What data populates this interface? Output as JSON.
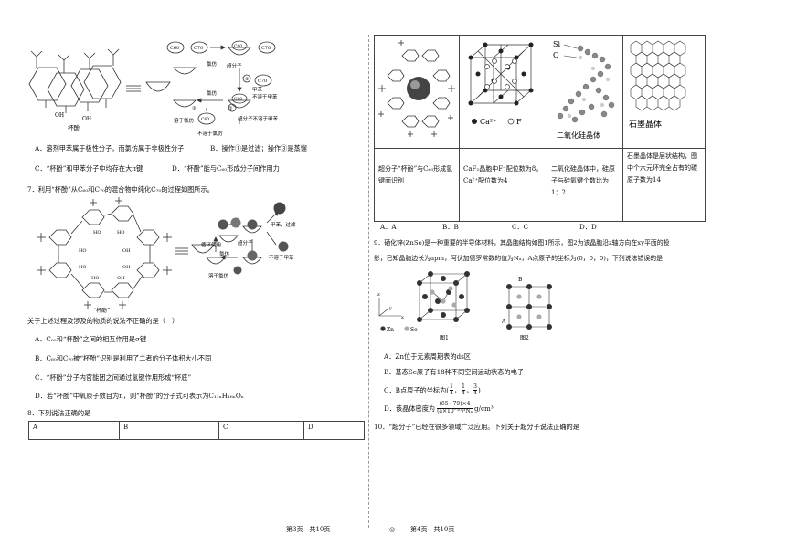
{
  "left": {
    "fig1": {
      "calixarene_label": "杯酚",
      "oh_label": "OH",
      "c60": "C60",
      "c70": "C70",
      "supramolecule": "超分子",
      "chloroform1": "氯仿",
      "chloroform2": "氯仿",
      "step1": "①",
      "step2": "②",
      "step3": "③",
      "toluene": "甲苯",
      "insoluble_toluene": "不溶于甲苯",
      "soluble_chloroform": "溶于氯仿",
      "supra_insoluble_toluene": "超分子不溶于甲苯",
      "insoluble_chloroform": "不溶于氯仿"
    },
    "q6_opts": {
      "A": "A．溶剂甲苯属于极性分子，而氯仿属于非极性分子",
      "B": "B．操作①是过滤；操作③是蒸馏",
      "C": "C．“杯酚”和甲苯分子中均存在大π键",
      "D": "D．“杯酚”能与C₆₀形成分子间作用力"
    },
    "q7": "7．利用“杯酚”从C₆₀和C₇₀的混合物中纯化C₇₀的过程如图所示。",
    "fig2": {
      "ho": "HO",
      "oh": "OH",
      "cup_label": "“杯酚”",
      "supramolecule": "超分子",
      "recycle": "循环使用",
      "chloroform": "氯仿",
      "toluene_filter": "甲苯，过滤",
      "soluble_chloroform": "溶于氯仿",
      "insoluble_toluene": "不溶于甲苯"
    },
    "q7_stem": "关于上述过程及涉及的物质的说法不正确的是（　）",
    "q7_opts": {
      "A": "A．C₆₀和“杯酚”之间的相互作用是σ键",
      "B": "B．C₆₀和C₇₀被“杯酚”识别是利用了二者的分子体积大小不同",
      "C": "C．“杯酚”分子内官能团之间通过氢键作用形成“杯底”",
      "D": "D．若“杯酚”中氧原子数目为n，则“杯酚”的分子式可表示为C₁₁ₙH₁₆ₙOₙ"
    },
    "q8": "8．下列说法正确的是",
    "q8_table": [
      "A",
      "B",
      "C",
      "D"
    ]
  },
  "right": {
    "table_captions": {
      "c1": "超分子“杯酚”与C₆₀形成氢键而识别",
      "c2": "CaF₂晶胞中F⁻配位数为8，Ca²⁺配位数为4",
      "c3": "二氧化硅晶体中，硅原子与硅氧键个数比为1：2",
      "c4": "石墨晶体是层状结构，图中个六元环完全占有的碳原子数为14"
    },
    "table_labels": {
      "ca": "Ca²⁺",
      "f": "F⁻",
      "si": "Si",
      "o": "O",
      "sio2": "二氧化硅晶体",
      "graphite": "石墨晶体"
    },
    "q8_opts": [
      "A．A",
      "B．B",
      "C．C",
      "D．D"
    ],
    "q9_line1": "9．硒化锌(ZnSe)是一种重要的半导体材料，其晶胞结构如图1所示，图2为该晶胞沿z轴方向在xy平面的投",
    "q9_line2": "影，已知晶胞边长为apm，阿伏加德罗常数的值为Nₐ，A点原子的坐标为(0，0，0)，下列说法错误的是",
    "fig9": {
      "zn": "Zn",
      "se": "Se",
      "fig1": "图1",
      "fig2": "图2",
      "a": "A",
      "b": "B",
      "x": "x",
      "y": "y",
      "z": "z"
    },
    "q9_opts": {
      "A": "A．Zn位于元素周期表的ds区",
      "B": "B．基态Se原子有18种不同空间运动状态的电子",
      "C_pre": "C．B点原子的坐标为(",
      "C_nums": [
        "1",
        "4",
        "1",
        "4",
        "3",
        "4"
      ],
      "D_pre": "D．该晶体密度为",
      "D_num": "(65+79)×4",
      "D_den": "(a×10⁻¹⁰)³Nₐ",
      "D_unit": "g/cm³"
    },
    "q10": "10．“超分子”已经在很多领域广泛应用。下列关于超分子说法正确的是"
  },
  "footer": {
    "left": "第3页　共10页",
    "center": "◎",
    "right": "第4页　共10页"
  }
}
